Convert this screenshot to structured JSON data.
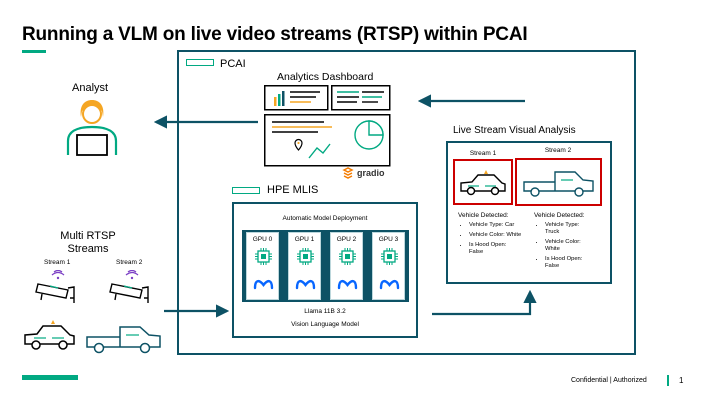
{
  "slide": {
    "title": "Running a VLM on live video streams (RTSP) within PCAI",
    "footer_text": "Confidential | Authorized",
    "page_number": "1",
    "accent_color": "#01a982",
    "frame_color": "#0d5265"
  },
  "analyst": {
    "label": "Analyst",
    "icon": "analyst-person-icon"
  },
  "pcai": {
    "label": "PCAI"
  },
  "dashboard": {
    "title": "Analytics Dashboard",
    "brand": "gradio"
  },
  "mlis": {
    "label": "HPE MLIS",
    "deployment_label": "Automatic Model Deployment",
    "gpus": [
      "GPU 0",
      "GPU 1",
      "GPU 2",
      "GPU 3"
    ],
    "model_name": "Llama 11B 3.2",
    "model_caption": "Vision Language Model"
  },
  "streams_input": {
    "label_line1": "Multi RTSP",
    "label_line2": "Streams",
    "camera1": "Stream 1",
    "camera2": "Stream 2"
  },
  "analysis": {
    "title": "Live Stream Visual Analysis",
    "streams": [
      {
        "label": "Stream 1",
        "detected": "Vehicle Detected:",
        "bullets": [
          "Vehicle Type: Car",
          "Vehicle Color: White",
          "Is Hood Open: False"
        ]
      },
      {
        "label": "Stream 2",
        "detected": "Vehicle Detected:",
        "bullets": [
          "Vehicle Type: Truck",
          "Vehicle Color: White",
          "Is Hood Open: False"
        ]
      }
    ]
  }
}
